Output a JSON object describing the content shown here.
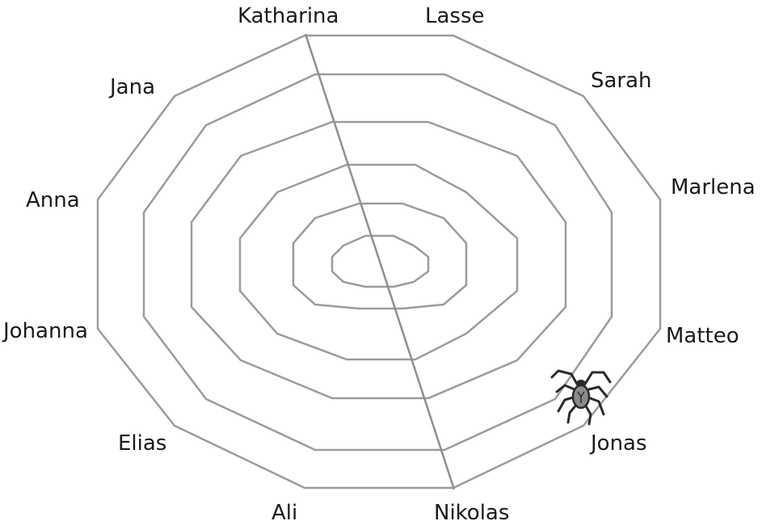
{
  "names": {
    "katharina": "Katharina",
    "lasse": "Lasse",
    "sarah": "Sarah",
    "marlena": "Marlena",
    "matteo": "Matteo",
    "jonas": "Jonas",
    "nikolas": "Nikolas",
    "ali": "Ali",
    "elias": "Elias",
    "johanna": "Johanna",
    "anna": "Anna",
    "jana": "Jana"
  },
  "spider": {
    "icon": "spider-icon",
    "location": "Jonas"
  },
  "colors": {
    "web": "#9b9b9b",
    "text": "#1a1a1a",
    "spider": "#2a2a2a"
  }
}
